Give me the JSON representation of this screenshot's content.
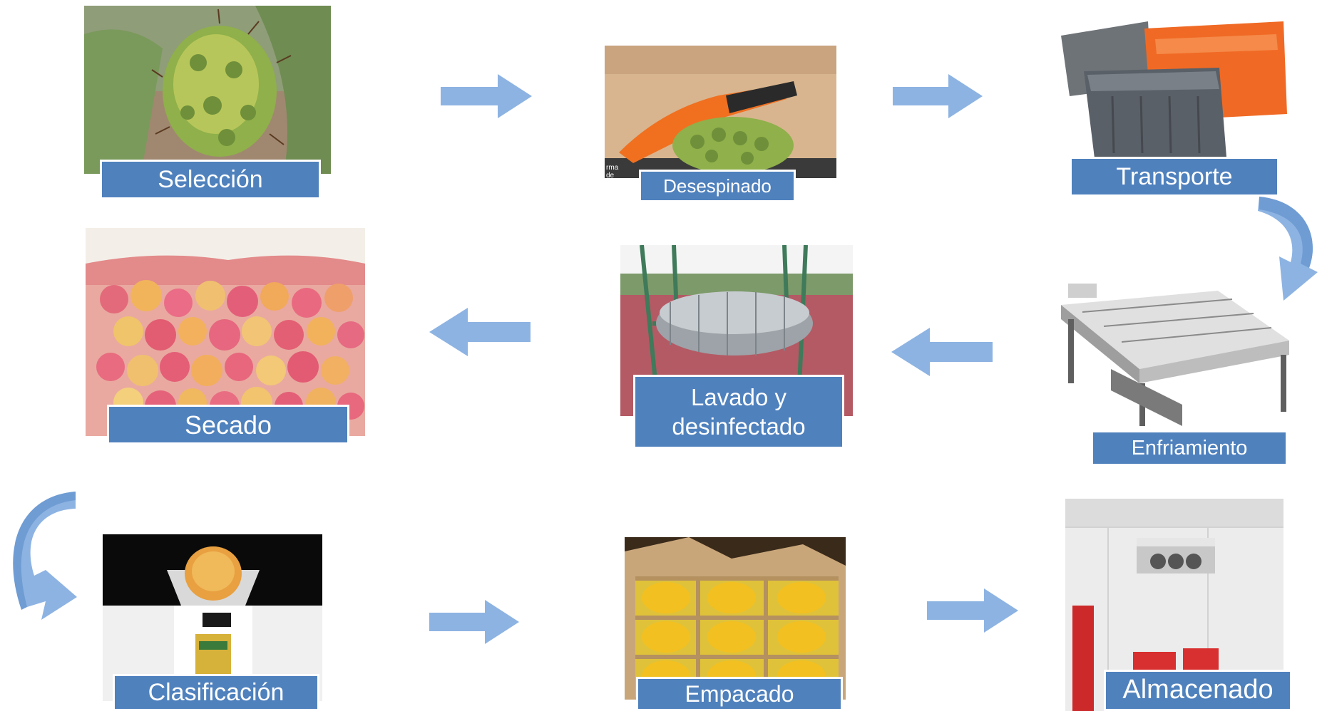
{
  "steps": [
    {
      "label": "Selección",
      "image": "dragon-fruit-on-cactus-photo"
    },
    {
      "label": "Desespinado",
      "image": "despining-tool-photo",
      "photo_caption": "rma de U"
    },
    {
      "label": "Transporte",
      "image": "plastic-crates-photo"
    },
    {
      "label": "Enfriamiento",
      "image": "cooling-table-photo"
    },
    {
      "label": "Lavado y desinfectado",
      "image": "washing-drum-photo"
    },
    {
      "label": "Secado",
      "image": "fruit-pile-photo"
    },
    {
      "label": "Clasificación",
      "image": "scale-with-fruit-photo"
    },
    {
      "label": "Empacado",
      "image": "fruit-box-photo"
    },
    {
      "label": "Almacenado",
      "image": "cold-room-photo"
    }
  ],
  "arrows": [
    {
      "from": "Selección",
      "to": "Desespinado",
      "icon": "arrow-right-icon"
    },
    {
      "from": "Desespinado",
      "to": "Transporte",
      "icon": "arrow-right-icon"
    },
    {
      "from": "Transporte",
      "to": "Enfriamiento",
      "icon": "curved-arrow-down-icon"
    },
    {
      "from": "Enfriamiento",
      "to": "Lavado y desinfectado",
      "icon": "arrow-left-icon"
    },
    {
      "from": "Lavado y desinfectado",
      "to": "Secado",
      "icon": "arrow-left-icon"
    },
    {
      "from": "Secado",
      "to": "Clasificación",
      "icon": "curved-arrow-down-icon"
    },
    {
      "from": "Clasificación",
      "to": "Empacado",
      "icon": "arrow-right-icon"
    },
    {
      "from": "Empacado",
      "to": "Almacenado",
      "icon": "arrow-right-icon"
    }
  ],
  "colors": {
    "label_fill": "#4f81bd",
    "label_text": "#ffffff",
    "arrow_fill": "#8db3e2"
  }
}
